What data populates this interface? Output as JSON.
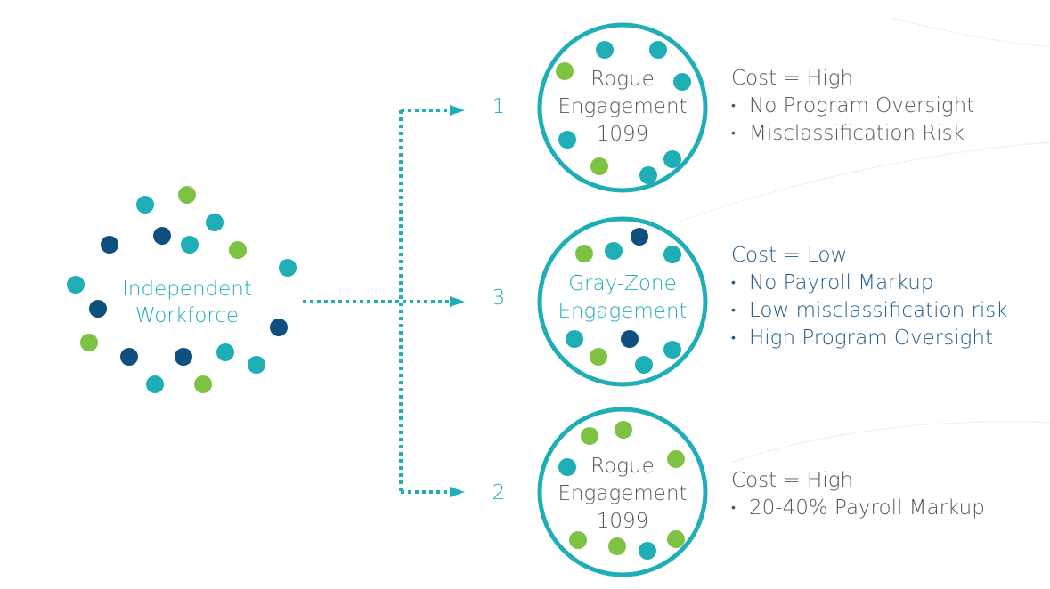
{
  "colors": {
    "teal": "#1faeb6",
    "green": "#7dc242",
    "navy": "#0e4f7e",
    "gray_text": "#555555",
    "navy_text": "#1e5a8a",
    "background_lines": "#f1f1f1"
  },
  "source": {
    "label_line1": "Independent",
    "label_line2": "Workforce"
  },
  "branches": [
    {
      "number": "1",
      "circle_lines": [
        "Rogue",
        "Engagement",
        "1099"
      ],
      "circle_text_color": "gray",
      "cost": "Cost = High",
      "bullets": [
        "No Program Oversight",
        "Misclassification Risk"
      ],
      "text_color": "gray"
    },
    {
      "number": "3",
      "circle_lines": [
        "Gray-Zone",
        "Engagement"
      ],
      "circle_text_color": "teal",
      "cost": "Cost = Low",
      "bullets": [
        "No Payroll Markup",
        "Low misclassification risk",
        "High Program Oversight"
      ],
      "text_color": "navy"
    },
    {
      "number": "2",
      "circle_lines": [
        "Rogue",
        "Engagement",
        "1099"
      ],
      "circle_text_color": "gray",
      "cost": "Cost = High",
      "bullets": [
        "20-40% Payroll Markup"
      ],
      "text_color": "gray"
    }
  ],
  "bullet_symbol": "•"
}
